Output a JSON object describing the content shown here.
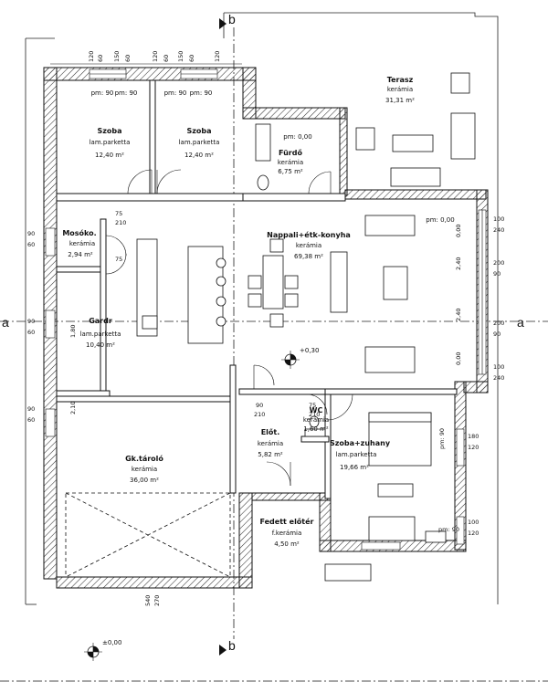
{
  "rooms": {
    "terasz": {
      "name": "Terasz",
      "floor": "kerámia",
      "area": "31,31 m²"
    },
    "szoba1": {
      "name": "Szoba",
      "floor": "lam.parketta",
      "area": "12,40 m²",
      "pm": "pm: 90"
    },
    "szoba2": {
      "name": "Szoba",
      "floor": "lam.parketta",
      "area": "12,40 m²",
      "pm": "pm: 90"
    },
    "furdo": {
      "name": "Fürdő",
      "floor": "kerámia",
      "area": "6,75 m²",
      "pm": "pm: 0,00"
    },
    "nappali": {
      "name": "Nappali+étk-konyha",
      "floor": "kerámia",
      "area": "69,38 m²",
      "pm": "pm: 0,00"
    },
    "mosoko": {
      "name": "Mosóko.",
      "floor": "kerámia",
      "area": "2,94 m²"
    },
    "gardr": {
      "name": "Gardr",
      "floor": "lam.parketta",
      "area": "10,40 m²"
    },
    "gktarolo": {
      "name": "Gk.tároló",
      "floor": "kerámia",
      "area": "36,00 m²"
    },
    "elot": {
      "name": "Előt.",
      "floor": "kerámia",
      "area": "5,82 m²"
    },
    "wc": {
      "name": "WC",
      "floor": "kerámia",
      "area": "1,60 m²"
    },
    "szobazuhany": {
      "name": "Szoba+zuhany",
      "floor": "lam.parketta",
      "area": "19,66 m²",
      "pm": "pm: 90"
    },
    "fedett": {
      "name": "Fedett előtér",
      "floor": "f.kerámia",
      "area": "4,50 m²"
    }
  },
  "levels": {
    "plus": "+0,30",
    "zero": "±0,00"
  },
  "axes": {
    "a": "a",
    "b": "b"
  },
  "dims": {
    "top": [
      "120",
      "60",
      "150",
      "60",
      "120",
      "60",
      "150",
      "60",
      "120"
    ],
    "d75": "75",
    "d90": "90",
    "d60": "60",
    "d210": "210",
    "d240": "240",
    "d100": "100",
    "d200": "200",
    "d180": "180",
    "d120": "120",
    "d540": "540",
    "d270": "270",
    "d180v": "1,80",
    "d210v": "2,10",
    "d240v": "2,40",
    "d000v": "0,00",
    "pm90": "pm: 90"
  }
}
